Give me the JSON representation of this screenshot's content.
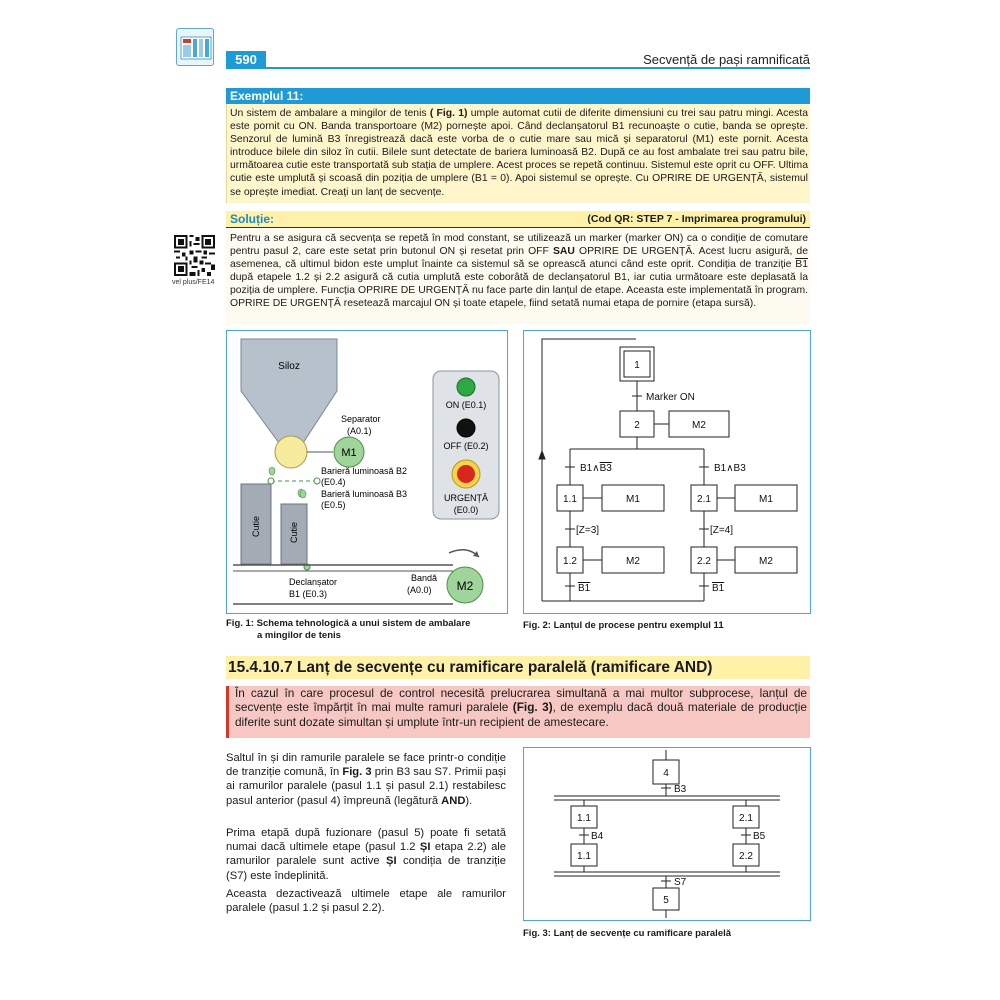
{
  "header": {
    "page_number": "590",
    "chapter_title": "Secvență de pași ramnificată"
  },
  "qr": {
    "label": "vel plus/FE14"
  },
  "example": {
    "title": "Exemplul 11:",
    "text_before": "Un sistem de ambalare a mingilor de tenis ",
    "text_bold": "( Fig. 1)",
    "text_after": " umple automat cutii de diferite dimensiuni cu trei sau patru mingi. Acesta este pornit cu ON. Banda transportoare (M2) pornește apoi. Când declanșatorul B1 recunoaște o cutie, banda se oprește. Senzorul de lumină B3 înregistrează dacă este vorba de o cutie mare sau mică și separatorul (M1) este pornit. Acesta introduce bilele din siloz în cutii. Bilele sunt detectate de bariera luminoasă B2. După ce au fost ambalate trei sau patru bile, următoarea cutie este transportată sub stația de umplere. Acest proces se repetă continuu. Sistemul este oprit cu OFF. Ultima cutie este umplută și scoasă din poziția de umplere (B1 = 0). Apoi sistemul se oprește. Cu OPRIRE DE URGENȚĂ, sistemul se oprește imediat. Creați un lanț de secvențe."
  },
  "solution": {
    "title": "Soluție:",
    "code": "(Cod QR: STEP 7 - Imprimarea programului)",
    "text_1": "Pentru a se asigura că secvența se repetă în mod constant, se utilizează un marker (marker ON) ca o condiție de comutare pentru pasul 2, care este setat prin butonul ON și resetat prin OFF ",
    "text_bold": "SAU",
    "text_2": " OPRIRE DE URGENȚĂ. Acest lucru asigură, de asemenea, că ultimul bidon este umplut înainte ca sistemul să se oprească atunci când este oprit. Condiția de tranziție ",
    "text_overline": "B1",
    "text_3": " după etapele 1.2 și 2.2 asigură că cutia umplută este coborâtă de declanșatorul B1, iar cutia următoare este deplasată la poziția de umplere. Funcția OPRIRE DE URGENȚĂ nu face parte din lanțul de etape. Aceasta este implementată în program. OPRIRE DE URGENȚĂ resetează marcajul ON și toate etapele, fiind setată numai etapa de pornire (etapa sursă)."
  },
  "fig1": {
    "caption_1": "Fig. 1:  Schema tehnologică a unui sistem de ambalare",
    "caption_2": "a mingilor de tenis",
    "silo": "Siloz",
    "separator": "Separator",
    "separator_addr": "(A0.1)",
    "m1": "M1",
    "b2": "Barieră luminoasă B2",
    "b2_addr": "(E0.4)",
    "b3": "Barieră luminoasă B3",
    "b3_addr": "(E0.5)",
    "box1": "Cutie",
    "box2": "Cutie",
    "trigger": "Declanșator",
    "trigger_addr": "B1 (E0.3)",
    "belt": "Bandă",
    "belt_addr": "(A0.0)",
    "m2": "M2",
    "on": "ON (E0.1)",
    "off": "OFF (E0.2)",
    "emergency": "URGENȚĂ",
    "emergency_addr": "(E0.0)"
  },
  "fig2": {
    "caption": "Fig. 2: Lanțul de procese pentru exemplul 11",
    "step1": "1",
    "marker_on": "Marker ON",
    "step2": "2",
    "step2_action": "M2",
    "left_cond_a": "B1∧",
    "left_cond_b": "B3",
    "right_cond": "B1∧B3",
    "step11": "1.1",
    "step11_action": "M1",
    "step21": "2.1",
    "step21_action": "M1",
    "z3": "[Z=3]",
    "z4": "[Z=4]",
    "step12": "1.2",
    "step12_action": "M2",
    "step22": "2.2",
    "step22_action": "M2",
    "b1_left": "B1",
    "b1_right": "B1"
  },
  "section": {
    "number_title": "15.4.10.7  Lanț de secvențe cu ramificare paralelă (ramificare AND)"
  },
  "intro": {
    "text_1": "În cazul în care procesul de control necesită prelucrarea simultană a mai multor subprocese, lanțul de secvențe este împărțit în mai multe ramuri paralele ",
    "text_bold": "(Fig. 3)",
    "text_2": ", de exemplu dacă două materiale de producție diferite sunt dozate simultan și umplute într-un recipient de amestecare."
  },
  "body": {
    "p1_a": "Saltul în și din ramurile paralele se face printr-o condiție de tranziție comună, în ",
    "p1_bold": "Fig. 3",
    "p1_b": " prin B3 sau S7. Primii pași ai ramurilor paralele (pasul 1.1 și pasul 2.1) restabilesc pasul anterior (pasul 4) împreună (legătură ",
    "p1_bold2": "AND",
    "p1_c": ").",
    "p2_a": "Prima etapă după fuzionare (pasul  5) poate fi setată numai dacă ultimele etape (pasul  1.2 ",
    "p2_bold": "ȘI",
    "p2_b": " etapa 2.2) ale ramurilor paralele sunt active ",
    "p2_bold2": "ȘI",
    "p2_c": " condiția de tranziție (S7) este îndeplinită.",
    "p3": "Aceasta dezactivează ultimele etape ale ramurilor paralele (pasul 1.2 și pasul 2.2)."
  },
  "fig3": {
    "caption": "Fig. 3: Lanț de secvențe cu ramificare paralelă",
    "step4": "4",
    "b3": "B3",
    "s11": "1.1",
    "s21": "2.1",
    "b4": "B4",
    "b5": "B5",
    "s12": "1.1",
    "s22": "2.2",
    "s7": "S7",
    "step5": "5"
  },
  "colors": {
    "accent": "#1e9bd7",
    "highlight": "#fff2a8",
    "warning_bg": "#f7c8c3",
    "motor_green": "#9fd49a"
  }
}
